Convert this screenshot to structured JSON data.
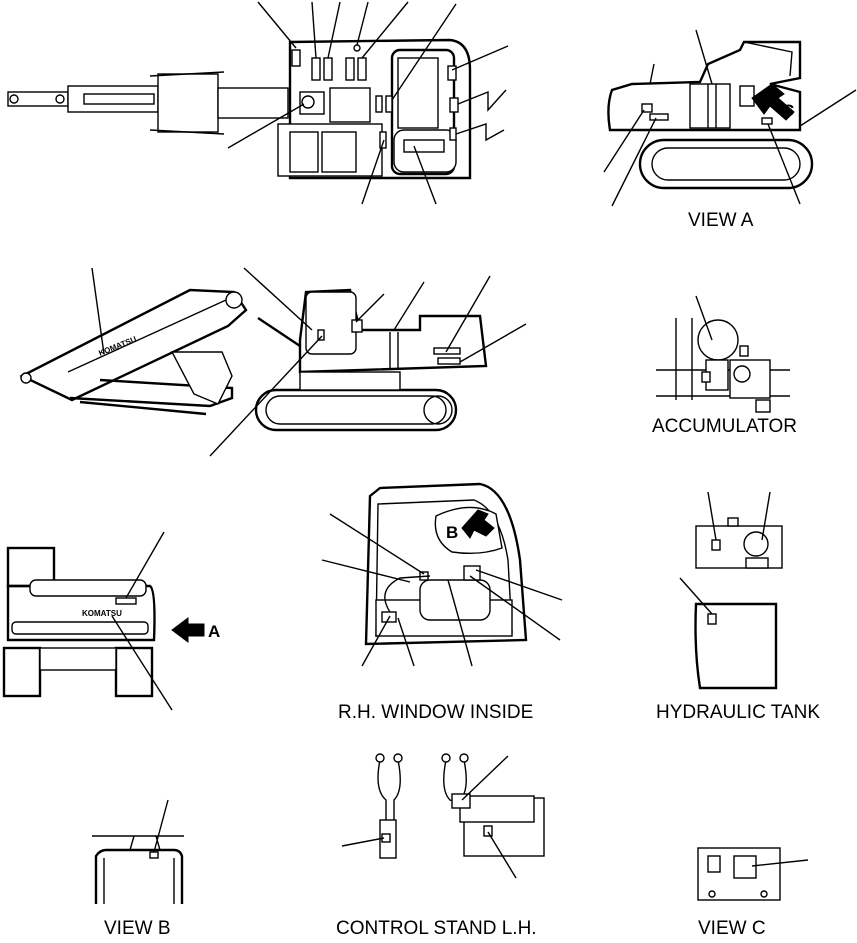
{
  "captions": {
    "view_a": "VIEW  A",
    "accumulator": "ACCUMULATOR",
    "rh_window_inside": "R.H. WINDOW INSIDE",
    "hydraulic_tank": "HYDRAULIC TANK",
    "view_b": "VIEW  B",
    "control_stand_lh": "CONTROL STAND L.H.",
    "view_c": "VIEW  C"
  },
  "markers": {
    "a": "A",
    "b": "B",
    "c": "C"
  },
  "brand_text": "KOMATSU",
  "colors": {
    "ink": "#000000",
    "paper": "#ffffff",
    "shade": "#cfcfcf"
  }
}
